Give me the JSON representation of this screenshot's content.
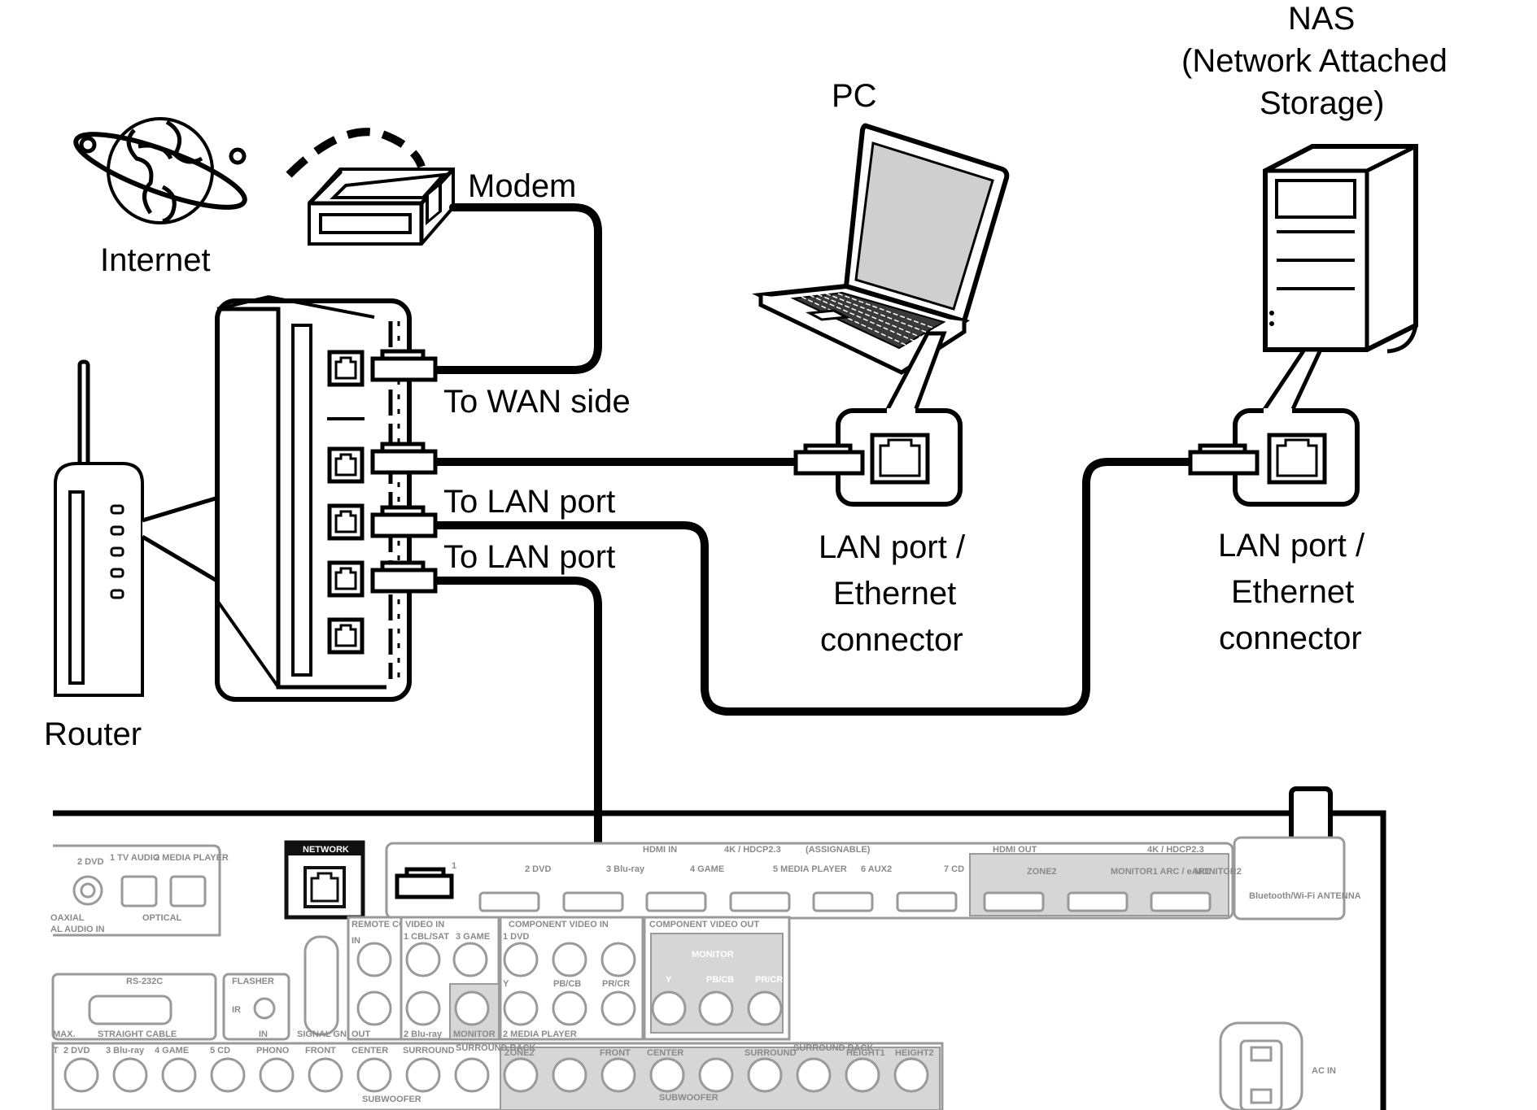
{
  "labels": {
    "internet": "Internet",
    "modem": "Modem",
    "pc": "PC",
    "nas_line1": "NAS",
    "nas_line2": "(Network Attached",
    "nas_line3": "Storage)",
    "router": "Router",
    "to_wan": "To WAN side",
    "to_lan_1": "To LAN port",
    "to_lan_2": "To LAN port",
    "pc_port_line1": "LAN port /",
    "pc_port_line2": "Ethernet",
    "pc_port_line3": "connector",
    "nas_port_line1": "LAN port /",
    "nas_port_line2": "Ethernet",
    "nas_port_line3": "connector"
  },
  "receiver_panel": {
    "network": "NETWORK",
    "hdmi_in": "HDMI IN",
    "hdmi_in_spec": "4K / HDCP2.3",
    "assignable": "(ASSIGNABLE)",
    "hdmi_inputs": [
      "1",
      "2 DVD",
      "3 Blu-ray",
      "4 GAME",
      "5 MEDIA PLAYER",
      "6 AUX2",
      "7 CD"
    ],
    "hdmi_out": "HDMI OUT",
    "hdmi_out_spec": "4K / HDCP2.3",
    "zone2": "ZONE2",
    "monitor1": "MONITOR1 ARC / eARC",
    "monitor2": "MONITOR2",
    "antenna": "Bluetooth/Wi-Fi ANTENNA",
    "digital_audio": "AL AUDIO IN",
    "coaxial": "OAXIAL",
    "optical": "OPTICAL",
    "dvd": "2 DVD",
    "tv_audio": "1 TV AUDIO",
    "media_player": "2 MEDIA PLAYER",
    "rs232c": "RS-232C",
    "straight_cable": "STRAIGHT CABLE",
    "flasher": "FLASHER",
    "flasher_ir": "IR",
    "flasher_in": "IN",
    "signal_gnd": "SIGNAL GND",
    "remote_control": "REMOTE CONTROL",
    "remote_in": "IN",
    "remote_out": "OUT",
    "video_in": "VIDEO IN",
    "video_in_1": "1 CBL/SAT",
    "video_in_3": "3 GAME",
    "video_in_2": "2 Blu-ray",
    "monitor": "MONITOR",
    "component_video_in": "COMPONENT VIDEO IN",
    "component_in_1": "1 DVD",
    "component_in_2": "2 MEDIA PLAYER",
    "component_video_out": "COMPONENT VIDEO OUT",
    "component_monitor": "MONITOR",
    "y": "Y",
    "pb_cb": "PB/CB",
    "pr_cr": "PR/CR",
    "max": "MAX.",
    "bottom_row": [
      "T",
      "2 DVD",
      "3 Blu-ray",
      "4 GAME",
      "5 CD",
      "PHONO",
      "FRONT",
      "CENTER",
      "SURROUND",
      "SURROUND BACK"
    ],
    "pre_out": [
      "ZONE2",
      "FRONT",
      "CENTER",
      "SURROUND",
      "SURROUND BACK",
      "HEIGHT1",
      "HEIGHT2"
    ],
    "subwoofer": "SUBWOOFER",
    "ac_in": "AC IN"
  },
  "colors": {
    "line": "#000000",
    "panel_line": "#9a9a9a",
    "network_highlight": "#1a1a1a"
  }
}
